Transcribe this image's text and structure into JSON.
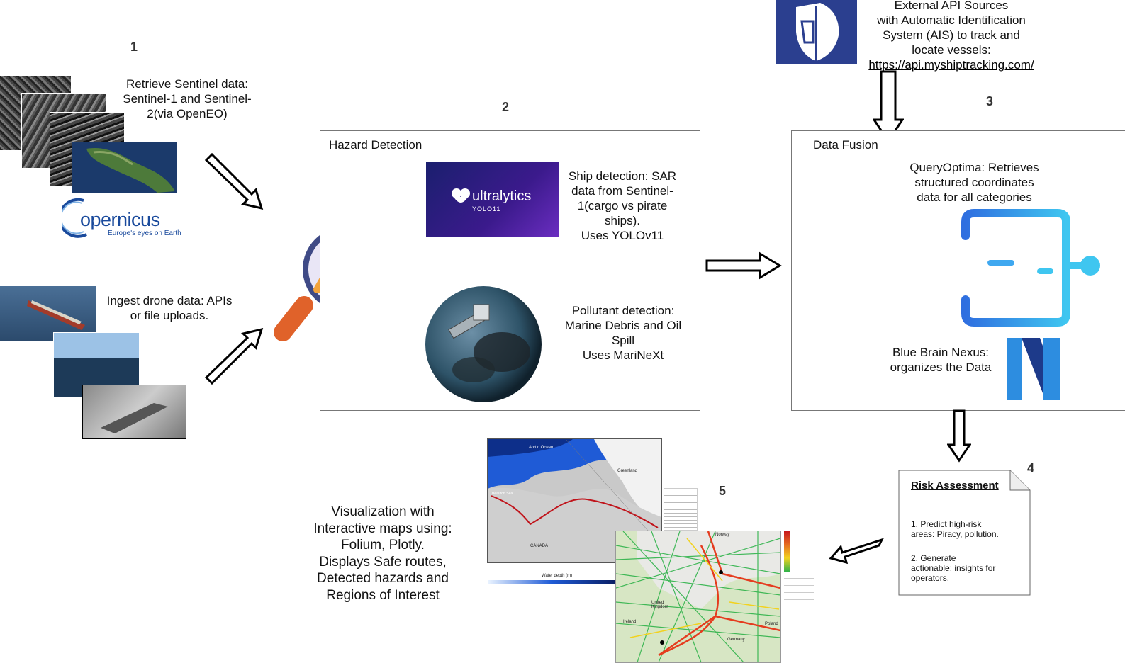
{
  "steps": {
    "s1": "1",
    "s2": "2",
    "s3": "3",
    "s4": "4",
    "s5": "5"
  },
  "sentinel": {
    "text": "Retrieve Sentinel data:\nSentinel-1 and Sentinel-\n2(via OpenEO)",
    "logo_name": "opernicus",
    "logo_tagline": "Europe's eyes on Earth"
  },
  "drone": {
    "text": "Ingest drone data: APIs\nor file uploads."
  },
  "hazard": {
    "title": "Hazard Detection",
    "ship_text": "Ship detection: SAR\ndata from Sentinel-\n1(cargo vs pirate\nships).\nUses YOLOv11",
    "ship_logo": "ultralytics",
    "ship_logo_sub": "YOLO11",
    "pollutant_text": "Pollutant detection:\nMarine Debris and Oil\nSpill\nUses MariNeXt"
  },
  "api": {
    "text": "External API Sources\nwith Automatic Identification\nSystem (AIS) to track and\nlocate vessels:",
    "link": "https://api.myshiptracking.com/"
  },
  "fusion": {
    "title": "Data Fusion",
    "query_text": "QueryOptima: Retrieves\nstructured coordinates\ndata for all categories",
    "nexus_text": "Blue Brain Nexus:\norganizes the Data"
  },
  "risk": {
    "title": "Risk Assessment",
    "item1": "1. Predict high-risk\nareas: Piracy, pollution.",
    "item2": "2. Generate\nactionable: insights for\noperators."
  },
  "viz": {
    "text": "Visualization with\nInteractive maps using:\nFolium, Plotly.\nDisplays Safe routes,\nDetected hazards and\nRegions of Interest"
  },
  "map1": {
    "labels": [
      "Arctic Ocean",
      "Greenland",
      "CANADA",
      "Beaufort Sea"
    ],
    "depth_label": "Water depth (m)"
  },
  "map2": {
    "labels": [
      "Norway",
      "United Kingdom",
      "Ireland",
      "Germany",
      "Poland"
    ]
  },
  "colors": {
    "accent_blue": "#2b3f8f",
    "arrow": "#000000"
  }
}
